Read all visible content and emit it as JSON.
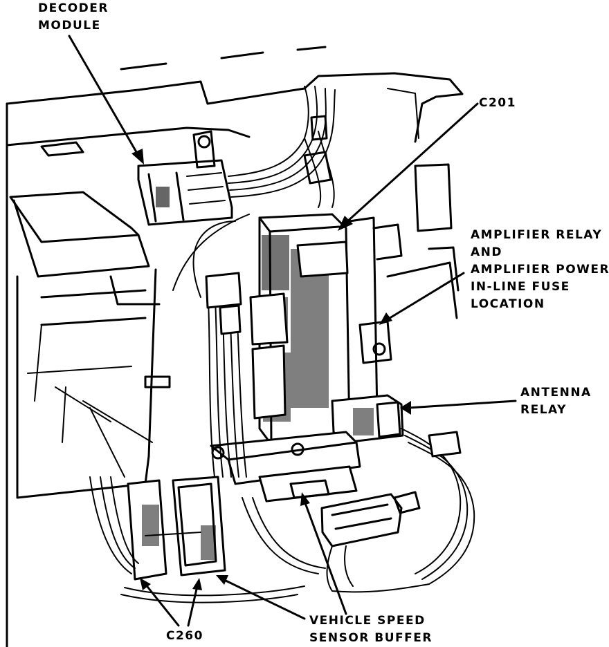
{
  "labels": {
    "decoder_module": [
      "DECODER",
      "MODULE"
    ],
    "c201": "C201",
    "amplifier": [
      "AMPLIFIER RELAY",
      "AND",
      "AMPLIFIER POWER",
      "IN-LINE FUSE",
      "LOCATION"
    ],
    "antenna_relay": [
      "ANTENNA",
      "RELAY"
    ],
    "vehicle_speed_sensor_buffer": [
      "VEHICLE SPEED",
      "SENSOR BUFFER"
    ],
    "c260": "C260"
  },
  "colors": {
    "ink": "#000000",
    "paper": "#ffffff"
  }
}
